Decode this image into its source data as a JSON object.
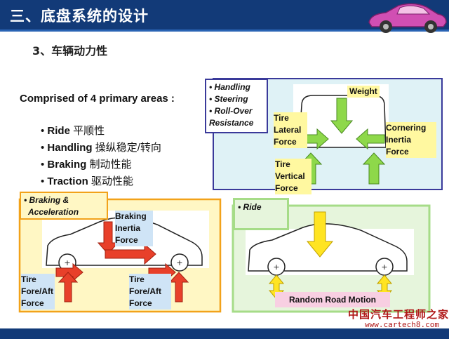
{
  "header": {
    "title": "三、底盘系统的设计",
    "bg_color": "#123a78"
  },
  "section": {
    "subtitle": "3、车辆动力性",
    "intro": "Comprised of 4 primary areas :",
    "bullets": [
      {
        "en": "Ride",
        "cn": "平顺性"
      },
      {
        "en": "Handling",
        "cn": "操纵稳定/转向"
      },
      {
        "en": "Braking",
        "cn": "制动性能"
      },
      {
        "en": "Traction",
        "cn": "驱动性能"
      }
    ]
  },
  "handling_panel": {
    "list": [
      "Handling",
      "Steering",
      "Roll-Over Resistance"
    ],
    "weight": "Weight",
    "tire_lateral": "Tire Lateral Force",
    "cornering": "Cornering Inertia Force",
    "tire_vertical": "Tire Vertical Force"
  },
  "braking_panel": {
    "title": [
      "Braking &",
      "Acceleration"
    ],
    "braking_inertia": "Braking Inertia Force",
    "tire_fore_aft_left": "Tire Fore/Aft Force",
    "tire_fore_aft_right": "Tire Fore/Aft Force"
  },
  "ride_panel": {
    "title": "Ride",
    "road_motion": "Random Road Motion"
  },
  "watermark": {
    "text": "中国汽车工程师之家",
    "url": "www.cartech8.com"
  }
}
